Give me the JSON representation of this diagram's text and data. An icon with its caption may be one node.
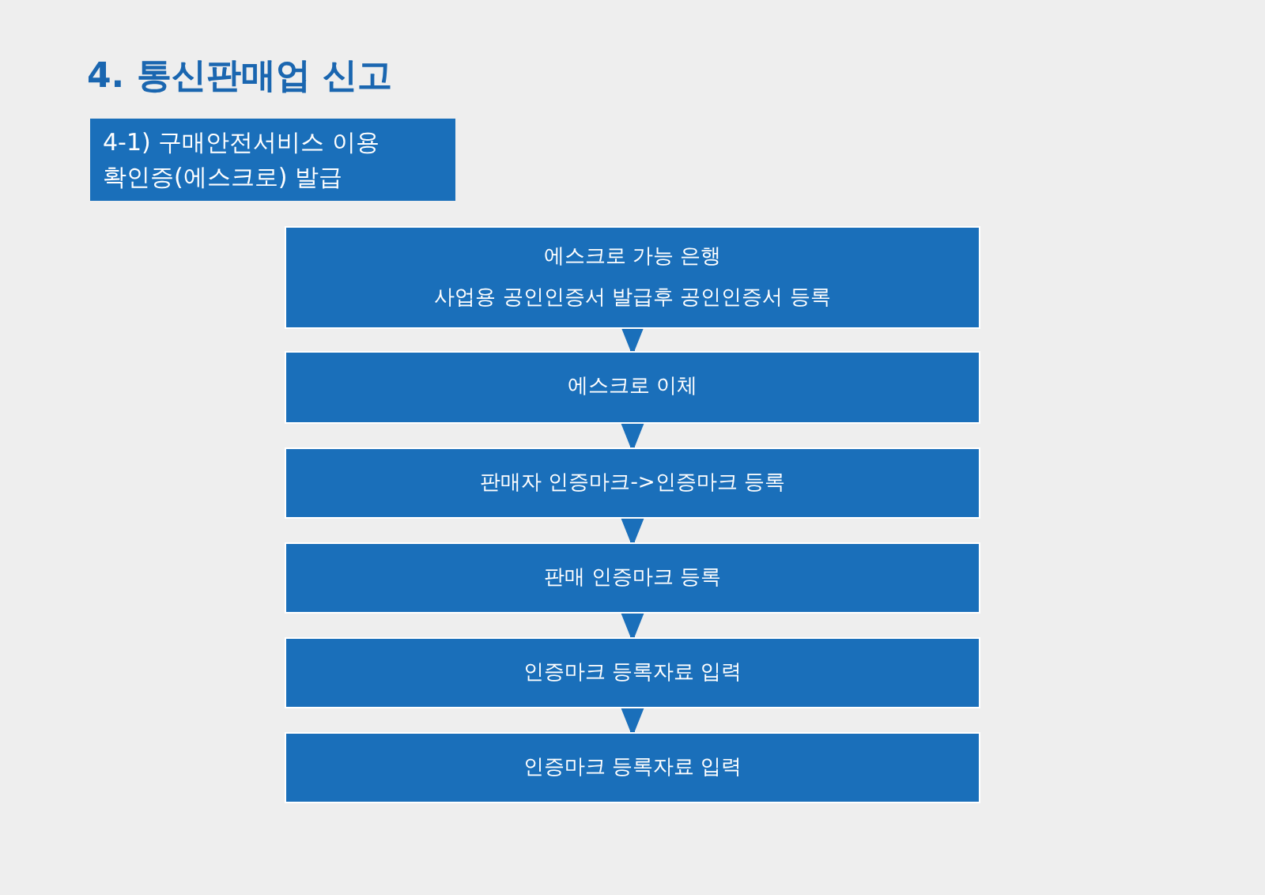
{
  "diagram": {
    "title": "4. 통신판매업 신고",
    "nodes": [
      {
        "text": [
          "4-1) 구매안전서비스 이용 확인증(에스크로) 발급"
        ]
      },
      {
        "text": [
          "에스크로 가능 은행",
          "사업용 공인인증서 발급후 공인인증서 등록"
        ]
      },
      {
        "text": [
          "에스크로 이체"
        ]
      },
      {
        "text": [
          "판매자 인증마크->인증마크 등록"
        ]
      },
      {
        "text": [
          "판매 인증마크 등록"
        ]
      },
      {
        "text": [
          "인증마크 등록자료 입력"
        ]
      },
      {
        "text": [
          "인증마크 등록자료 입력"
        ]
      }
    ],
    "edges": [
      {
        "from": 1,
        "to": 2,
        "arrow": "to"
      },
      {
        "from": 2,
        "to": 3,
        "arrow": "to"
      },
      {
        "from": 3,
        "to": 4,
        "arrow": "to"
      },
      {
        "from": 4,
        "to": 5,
        "arrow": "to"
      },
      {
        "from": 5,
        "to": 6,
        "arrow": "to"
      }
    ]
  }
}
